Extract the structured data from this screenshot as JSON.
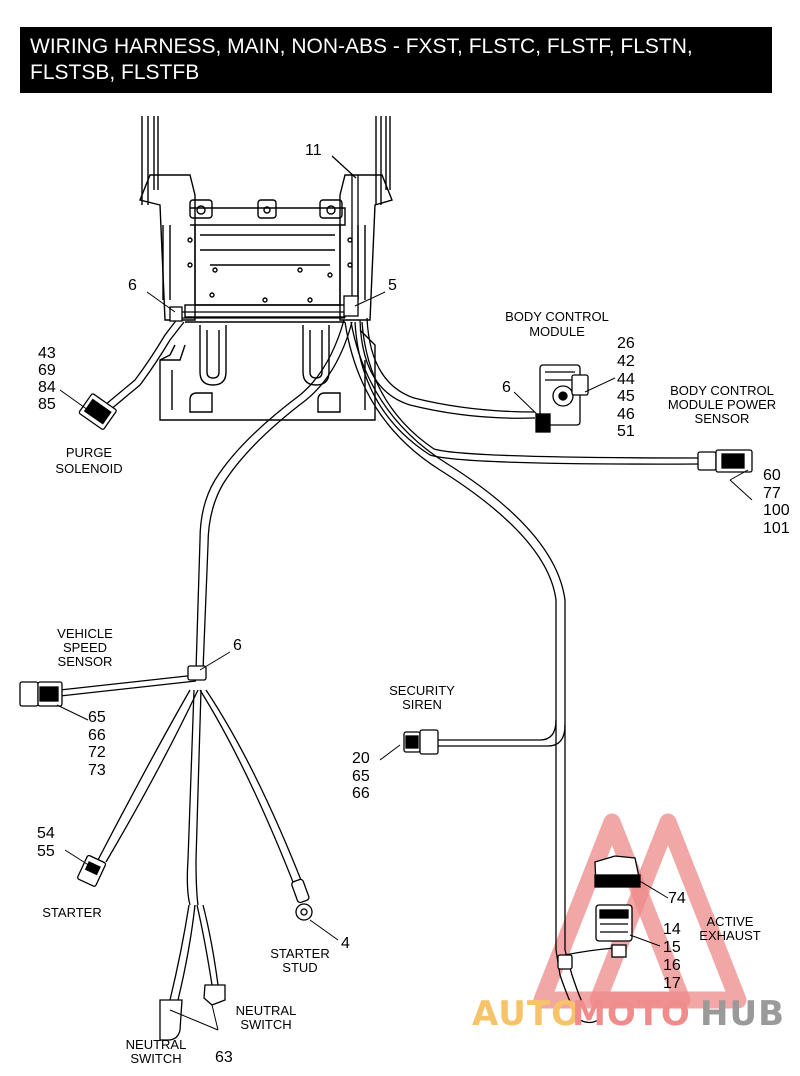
{
  "title": "WIRING HARNESS, MAIN, NON-ABS - FXST, FLSTC, FLSTF, FLSTN, FLSTSB, FLSTFB",
  "callouts": {
    "c11": "11",
    "c6a": "6",
    "c5": "5",
    "c6b": "6",
    "c6c": "6",
    "c4": "4",
    "c63": "63",
    "c74": "74"
  },
  "components": {
    "purge_solenoid": {
      "label": [
        "PURGE",
        "SOLENOID"
      ],
      "refs": [
        "43",
        "69",
        "84",
        "85"
      ]
    },
    "body_control_module": {
      "label": [
        "BODY CONTROL",
        "MODULE"
      ],
      "refs": [
        "26",
        "42",
        "44",
        "45",
        "46",
        "51"
      ]
    },
    "bcm_power_sensor": {
      "label": [
        "BODY CONTROL",
        "MODULE POWER",
        "SENSOR"
      ],
      "refs": [
        "60",
        "77",
        "100",
        "101"
      ]
    },
    "vehicle_speed_sensor": {
      "label": [
        "VEHICLE",
        "SPEED",
        "SENSOR"
      ],
      "refs": [
        "65",
        "66",
        "72",
        "73"
      ]
    },
    "security_siren": {
      "label": [
        "SECURITY",
        "SIREN"
      ],
      "refs": [
        "20",
        "65",
        "66"
      ]
    },
    "starter": {
      "label": [
        "STARTER"
      ],
      "refs": [
        "54",
        "55"
      ]
    },
    "starter_stud": {
      "label": [
        "STARTER",
        "STUD"
      ]
    },
    "neutral_switch_a": {
      "label": [
        "NEUTRAL",
        "SWITCH"
      ]
    },
    "neutral_switch_b": {
      "label": [
        "NEUTRAL",
        "SWITCH"
      ]
    },
    "active_exhaust": {
      "label": [
        "ACTIVE",
        "EXHAUST"
      ],
      "refs": [
        "14",
        "15",
        "16",
        "17"
      ]
    }
  },
  "watermark": {
    "part1": "AUTO",
    "part2": "MOTO",
    "part3": "HUB",
    "colors": {
      "auto": "#f6c36a",
      "moto": "#f08c8c",
      "hub": "#9a9a9a",
      "triangle": "#e86060"
    }
  }
}
